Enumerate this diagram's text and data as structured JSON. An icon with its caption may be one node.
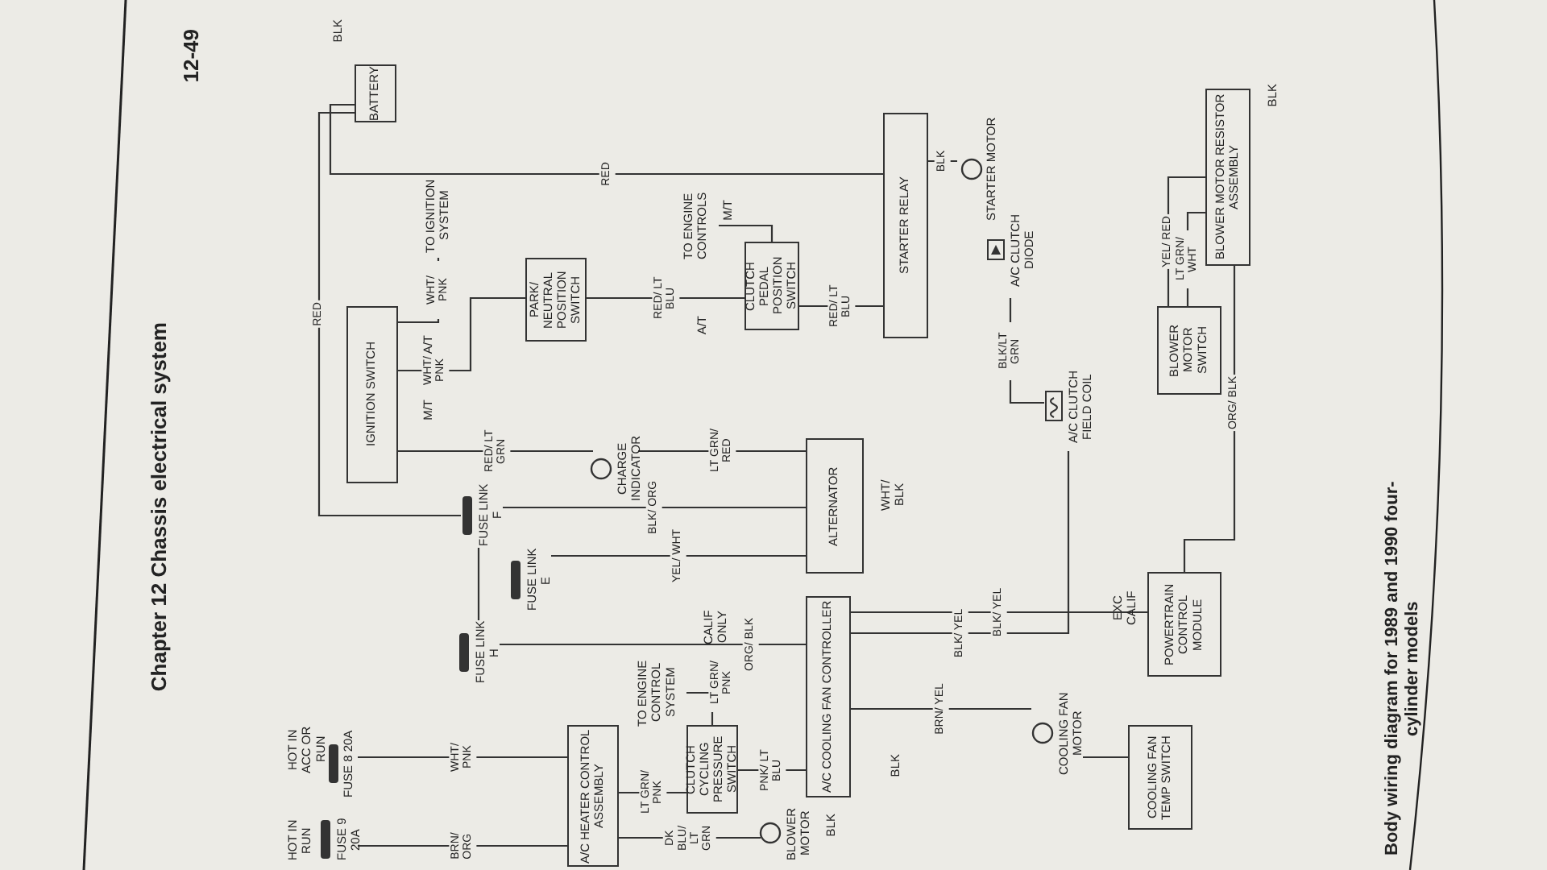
{
  "diagram": {
    "title": "Chapter 12 Chassis electrical system",
    "caption": "Body wiring diagram for 1989 and 1990 four-cylinder models",
    "nodes": [
      {
        "text": [
          "BATTERY"
        ]
      },
      {
        "text": [
          "IGNITION SWITCH"
        ]
      },
      {
        "text": [
          "TO IGNITION SYSTEM"
        ]
      },
      {
        "text": [
          "PARK/ NEUTRAL POSITION SWITCH"
        ]
      },
      {
        "text": [
          "TO ENGINE CONTROLS"
        ]
      },
      {
        "text": [
          "CLUTCH PEDAL POSITION SWITCH"
        ]
      },
      {
        "text": [
          "STARTER RELAY"
        ]
      },
      {
        "text": [
          "STARTER MOTOR"
        ]
      },
      {
        "text": [
          "A/C CLUTCH DIODE"
        ]
      },
      {
        "text": [
          "BLOWER MOTOR RESISTOR ASSEMBLY"
        ]
      },
      {
        "text": [
          "BLOWER MOTOR SWITCH"
        ]
      },
      {
        "text": [
          "A/C CLUTCH FIELD COIL"
        ]
      },
      {
        "text": [
          "CHARGE INDICATOR"
        ]
      },
      {
        "text": [
          "ALTERNATOR"
        ]
      },
      {
        "text": [
          "FUSE LINK F"
        ]
      },
      {
        "text": [
          "FUSE LINK E"
        ]
      },
      {
        "text": [
          "FUSE LINK H"
        ]
      },
      {
        "text": [
          "TO ENGINE CONTROL SYSTEM"
        ]
      },
      {
        "text": [
          "A/C COOLING FAN CONTROLLER"
        ]
      },
      {
        "text": [
          "POWERTRAIN CONTROL MODULE"
        ]
      },
      {
        "text": [
          "COOLING FAN MOTOR"
        ]
      },
      {
        "text": [
          "COOLING FAN TEMP SWITCH"
        ]
      },
      {
        "text": [
          "CLUTCH CYCLING PRESSURE SWITCH"
        ]
      },
      {
        "text": [
          "A/C HEATER CONTROL ASSEMBLY"
        ]
      },
      {
        "text": [
          "BLOWER MOTOR"
        ]
      },
      {
        "text": [
          "FUSE 8 20A"
        ],
        "beside": [
          "HOT IN ACC OR RUN"
        ]
      },
      {
        "text": [
          "FUSE 9 20A"
        ],
        "beside": [
          "HOT IN RUN"
        ]
      }
    ],
    "edges": [
      {
        "from": 0,
        "to": 6,
        "arrow": "none",
        "label": "RED"
      },
      {
        "from": 0,
        "to": 14,
        "arrow": "none",
        "label": "RED"
      },
      {
        "from": 1,
        "to": 2,
        "arrow": "none",
        "label": "WHT/ PNK"
      },
      {
        "from": 1,
        "to": 3,
        "arrow": "none",
        "label": "WHT/ PNK"
      },
      {
        "from": 3,
        "to": 5,
        "arrow": "none",
        "label": "RED/ LT BLU"
      },
      {
        "from": 5,
        "to": 6,
        "arrow": "none",
        "label": "RED/ LT BLU"
      },
      {
        "from": 4,
        "to": 5,
        "arrow": "none"
      },
      {
        "from": 6,
        "to": 7,
        "arrow": "none",
        "label": "BLK"
      },
      {
        "from": 1,
        "to": 12,
        "arrow": "none",
        "label": "RED/ LT GRN"
      },
      {
        "from": 12,
        "to": 13,
        "arrow": "none",
        "label": "LT GRN/ RED"
      },
      {
        "from": 14,
        "to": 13,
        "arrow": "none",
        "label": "BLK/ ORG"
      },
      {
        "from": 15,
        "to": 13,
        "arrow": "none",
        "label": "YEL/ WHT"
      },
      {
        "from": 14,
        "to": 16,
        "arrow": "none"
      },
      {
        "from": 8,
        "to": 11,
        "arrow": "none",
        "label": "BLK/LT GRN"
      },
      {
        "from": 16,
        "to": 18,
        "arrow": "none",
        "label": "ORG/ BLK"
      },
      {
        "from": 18,
        "to": 19,
        "arrow": "none",
        "label": "BLK/ YEL"
      },
      {
        "from": 18,
        "to": 20,
        "arrow": "none",
        "label": "BRN/ YEL"
      },
      {
        "from": 18,
        "to": 22,
        "arrow": "none",
        "label": "PNK/ LT BLU"
      },
      {
        "from": 22,
        "to": 17,
        "arrow": "none",
        "label": "LT GRN/ PNK"
      },
      {
        "from": 23,
        "to": 22,
        "arrow": "none",
        "label": "LT GRN/ PNK"
      },
      {
        "from": 25,
        "to": 23,
        "arrow": "none",
        "label": "WHT/ PNK"
      },
      {
        "from": 26,
        "to": 23,
        "arrow": "none",
        "label": "BRN/ ORG"
      },
      {
        "from": 23,
        "to": 24,
        "arrow": "none",
        "label": "DK BLU/ LT GRN"
      },
      {
        "from": 20,
        "to": 21,
        "arrow": "none"
      },
      {
        "from": 10,
        "to": 9,
        "arrow": "none",
        "label": "YEL/ RED"
      },
      {
        "from": 10,
        "to": 9,
        "arrow": "none",
        "label": "LT GRN/ WHT"
      },
      {
        "from": 9,
        "to": 19,
        "arrow": "none",
        "label": "ORG/ BLK"
      },
      {
        "from": 11,
        "to": 18,
        "arrow": "none",
        "label": "BLK/ YEL"
      }
    ],
    "labels": [
      "12-49",
      "BLK",
      "A/T",
      "M/T",
      "A/T",
      "M/T",
      "CALIF ONLY",
      "EXC CALIF",
      "WHT/ BLK",
      "BLK",
      "BLK",
      "BLK"
    ]
  }
}
